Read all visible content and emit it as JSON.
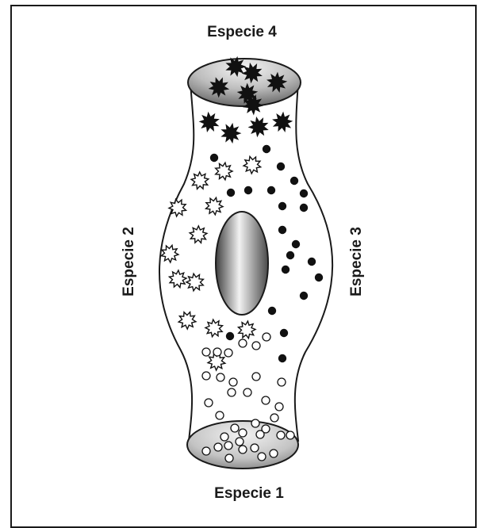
{
  "labels": {
    "top": "Especie 4",
    "bottom": "Especie 1",
    "left": "Especie 2",
    "right": "Especie 3"
  },
  "particles": {
    "especie_1": {
      "shape": "open-circle",
      "fill": "#ffffff"
    },
    "especie_2": {
      "shape": "outlined-star",
      "fill": "#ffffff"
    },
    "especie_3": {
      "shape": "solid-dot",
      "fill": "#111111"
    },
    "especie_4": {
      "shape": "solid-star",
      "fill": "#111111"
    }
  },
  "colors": {
    "ink": "#1a1a1a",
    "ellipse_dark": "#4a4a4a",
    "ellipse_light": "#f2f2f2"
  }
}
